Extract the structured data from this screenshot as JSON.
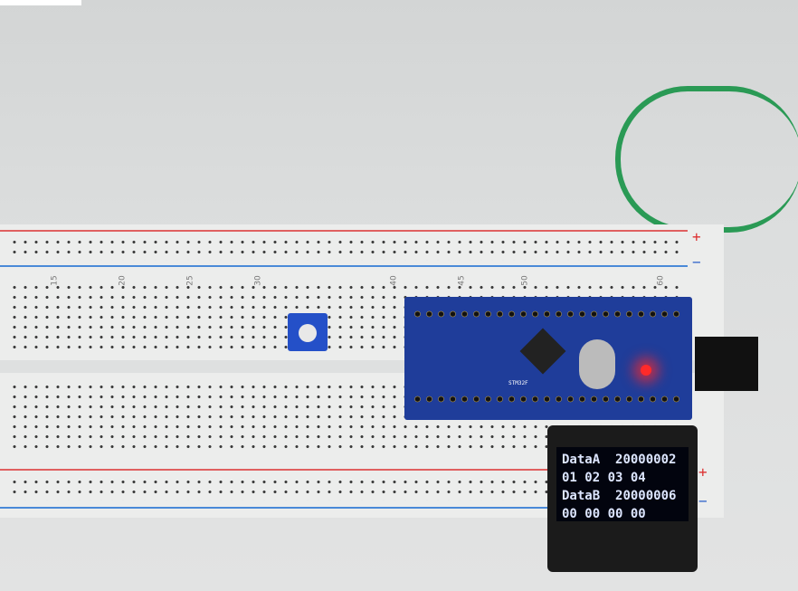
{
  "oled": {
    "line1_label": "DataA",
    "line1_value": "20000002",
    "line2": "01 02 03 04",
    "line3_label": "DataB",
    "line3_value": "20000006",
    "line4": "00 00 00 00"
  },
  "breadboard": {
    "column_numbers": [
      "15",
      "20",
      "25",
      "30",
      "40",
      "45",
      "50",
      "60"
    ],
    "rail_plus": "+",
    "rail_minus": "−"
  },
  "board": {
    "label": "STM32F"
  },
  "colors": {
    "pcb": "#1f3d9a",
    "oled_text": "#dde6ff",
    "led": "#ff2a2a"
  }
}
